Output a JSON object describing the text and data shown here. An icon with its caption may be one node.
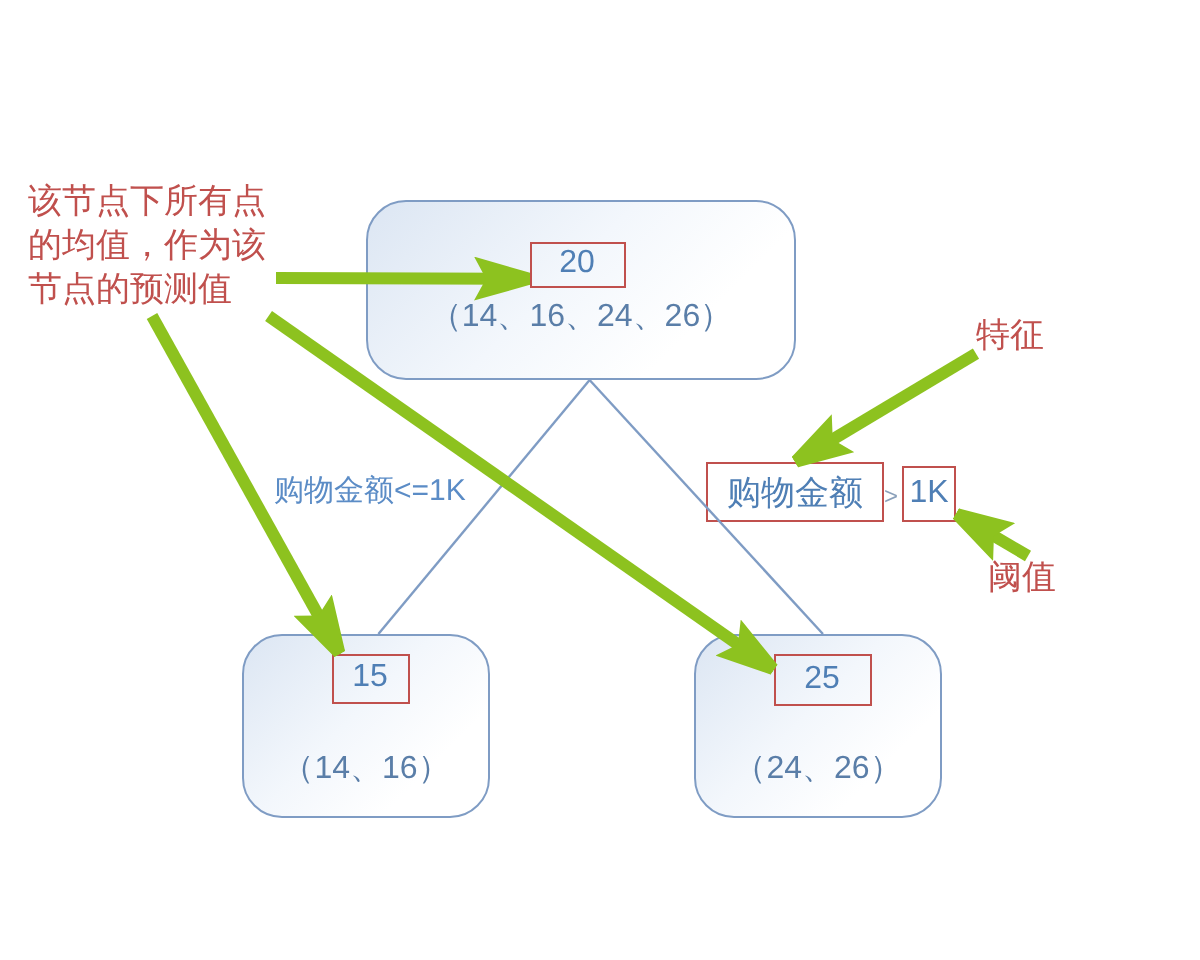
{
  "diagram": {
    "nodes": [
      {
        "text": [
          "该节点下所有点的均值，作为该节点的预测值"
        ]
      },
      {
        "text": [
          "（14、16、24、26）"
        ]
      },
      {
        "text": [
          "20"
        ],
        "in": 1
      },
      {
        "text": [
          "特征"
        ]
      },
      {
        "text": [
          "购物金额"
        ]
      },
      {
        "text": [
          "1K"
        ]
      },
      {
        "text": [
          "阈值"
        ]
      },
      {
        "text": [
          "（14、16）"
        ]
      },
      {
        "text": [
          "15"
        ],
        "in": 7
      },
      {
        "text": [
          "（24、26）"
        ]
      },
      {
        "text": [
          "25"
        ],
        "in": 9
      }
    ],
    "edges": [
      {
        "from": 1,
        "to": 7,
        "arrow": "none",
        "label": "购物金额<=1K",
        "color": "#7f9cc4"
      },
      {
        "from": 1,
        "to": 9,
        "arrow": "none",
        "color": "#7f9cc4"
      },
      {
        "from": 0,
        "to": 2,
        "arrow": "to"
      },
      {
        "from": 0,
        "to": 8,
        "arrow": "to"
      },
      {
        "from": 0,
        "to": 10,
        "arrow": "to"
      },
      {
        "from": 3,
        "to": 4,
        "arrow": "to"
      },
      {
        "from": 6,
        "to": 5,
        "arrow": "to"
      }
    ],
    "labels": [
      ">"
    ]
  }
}
